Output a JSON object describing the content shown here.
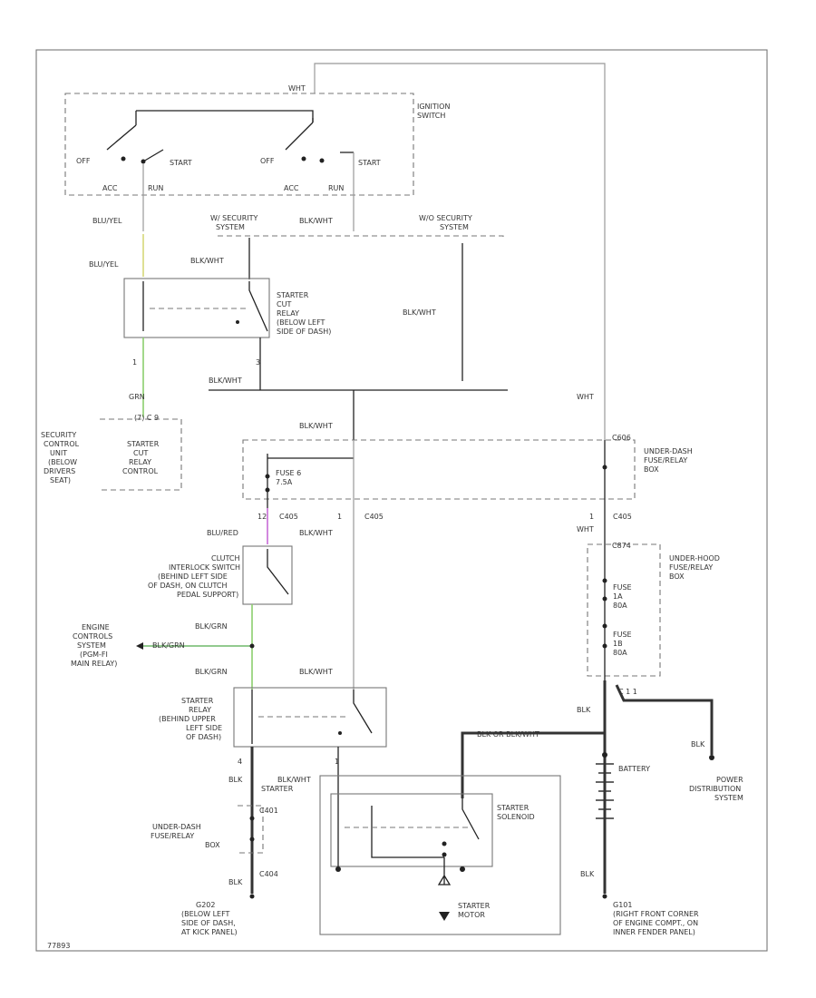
{
  "labels": {
    "wht_top": "WHT",
    "ign_switch": [
      "IGNITION",
      "SWITCH"
    ],
    "off1": "OFF",
    "start1": "START",
    "acc_run1": [
      "ACC",
      "RUN"
    ],
    "off2": "OFF",
    "start2": "START",
    "acc_run2": [
      "ACC",
      "RUN"
    ],
    "blu_yel1": "BLU/YEL",
    "blu_yel2": "BLU/YEL",
    "w_security": [
      "W/ SECURITY",
      "SYSTEM"
    ],
    "wo_security": [
      "W/O SECURITY",
      "SYSTEM"
    ],
    "blk_wht1": "BLK/WHT",
    "blk_wht2": "BLK/WHT",
    "blk_wht3": "BLK/WHT",
    "blk_wht4": "BLK/WHT",
    "starter_cut_relay": [
      "STARTER",
      "CUT",
      "RELAY",
      "(BELOW LEFT",
      "SIDE OF DASH)"
    ],
    "pin_1a": "1",
    "pin_3a": "3",
    "grn": "GRN",
    "c_9": "(7) C 9",
    "security_unit": [
      "SECURITY",
      "CONTROL",
      "UNIT",
      "(BELOW",
      "DRIVERS",
      "SEAT)"
    ],
    "starter_cut_relay_ctrl": [
      "STARTER",
      "CUT",
      "RELAY",
      "CONTROL"
    ],
    "wht_right": "WHT",
    "c606": "C606",
    "underdash_box": [
      "UNDER-DASH",
      "FUSE/RELAY",
      "BOX"
    ],
    "fuse_6": [
      "FUSE 6",
      "7.5A"
    ],
    "c405": "C405",
    "pin_12": "12",
    "pin_1b": "1",
    "c405b": "C405",
    "pin_1c": "1",
    "c405c": "C405",
    "blu_red": "BLU/RED",
    "blk_wht5": "BLK/WHT",
    "wht_mid": "WHT",
    "clutch_switch": [
      "CLUTCH",
      "INTERLOCK SWITCH",
      "(BEHIND LEFT SIDE",
      "OF DASH, ON CLUTCH",
      "PEDAL SUPPORT)"
    ],
    "c874": "C874",
    "underhood_box": [
      "UNDER-HOOD",
      "FUSE/RELAY",
      "BOX"
    ],
    "fuse_1": [
      "FUSE",
      "1A",
      "80A"
    ],
    "fuse_2": [
      "FUSE",
      "1B",
      "80A"
    ],
    "engine_control": [
      "ENGINE",
      "CONTROLS",
      "SYSTEM",
      "(PGM-FI",
      "MAIN RELAY)"
    ],
    "blk_grn1": "BLK/GRN",
    "blk_grn2": "BLK/GRN",
    "blk_grn3": "BLK/GRN",
    "blk_wht6": "BLK/WHT",
    "starter_relay": [
      "STARTER",
      "RELAY",
      "(BEHIND UPPER",
      "LEFT SIDE",
      "OF DASH)"
    ],
    "c11": "C 1 1",
    "blk1": "BLK",
    "blk_or_blkwht": "BLK OR BLK/WHT",
    "blk2": "BLK",
    "battery": "BATTERY",
    "pin_4": "4",
    "pin_1d": "1",
    "blk3": "BLK",
    "blk_wht7": "BLK/WHT",
    "starter": "STARTER",
    "power_dist": [
      "POWER",
      "DISTRIBUTION",
      "SYSTEM"
    ],
    "c401": "C401",
    "underdash_box2": [
      "UNDER-DASH",
      "FUSE/RELAY",
      "BOX"
    ],
    "starter_solenoid": [
      "STARTER",
      "SOLENOID"
    ],
    "blk4": "BLK",
    "c404": "C404",
    "blk5": "BLK",
    "g202": [
      "G202",
      "(BELOW LEFT",
      "SIDE OF DASH,",
      "AT KICK PANEL)"
    ],
    "starter_motor": [
      "STARTER",
      "MOTOR"
    ],
    "g101": [
      "G101",
      "(RIGHT FRONT CORNER",
      "OF ENGINE COMPT., ON",
      "INNER FENDER PANEL)"
    ],
    "ref": "77893"
  },
  "colors": {
    "green": "#8ccf6e",
    "yellow_green": "#d6d97a",
    "magenta": "#c76ad6",
    "wire": "#222222",
    "wire_light": "#999999"
  }
}
